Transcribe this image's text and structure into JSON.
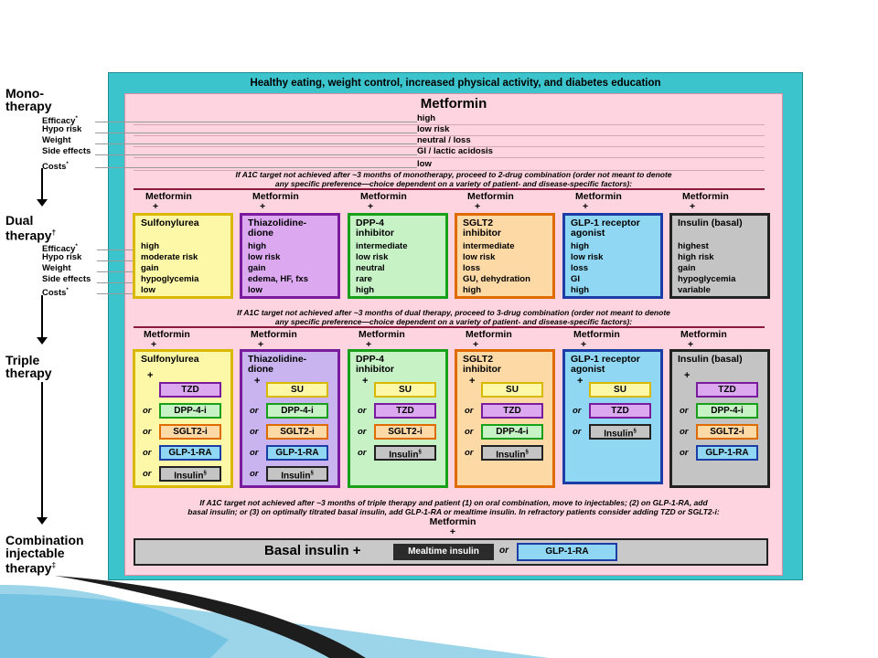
{
  "header": "Healthy eating, weight control, increased physical activity, and diabetes education",
  "side_labels": {
    "mono": [
      "Mono-",
      "therapy"
    ],
    "dual_line1": "Dual",
    "dual_line2": "therapy",
    "dual_mark": "†",
    "triple": [
      "Triple",
      "therapy"
    ],
    "combo": [
      "Combination",
      "injectable",
      "therapy"
    ],
    "combo_mark": "‡",
    "rows": [
      {
        "label": "Efficacy",
        "mark": "*"
      },
      {
        "label": "Hypo risk",
        "mark": ""
      },
      {
        "label": "Weight",
        "mark": ""
      },
      {
        "label": "Side effects",
        "mark": ""
      },
      {
        "label": "Costs",
        "mark": "*"
      }
    ]
  },
  "mono": {
    "title": "Metformin",
    "values": [
      "high",
      "low risk",
      "neutral / loss",
      "GI / lactic acidosis",
      "low"
    ]
  },
  "notes": {
    "after_mono": [
      "If A1C target not achieved after ~3 months of monotherapy, proceed to 2-drug combination (order not meant to denote",
      "any specific preference—choice dependent on a variety of patient- and disease-specific factors):"
    ],
    "after_dual": [
      "If A1C target not achieved after ~3 months of dual therapy, proceed to 3-drug combination (order not meant to denote",
      "any specific preference—choice dependent on a variety of patient- and disease-specific factors):"
    ],
    "after_triple": [
      "If A1C target not achieved after ~3 months of triple therapy and patient (1) on oral combination, move to injectables; (2) on GLP-1-RA, add",
      "basal insulin; or (3) on optimally titrated basal insulin, add GLP-1-RA or mealtime insulin. In refractory patients consider adding TZD or SGLT2-i:"
    ]
  },
  "metformin_label": "Metformin",
  "plus": "+",
  "or": "or",
  "dual": [
    {
      "title": [
        "Sulfonylurea"
      ],
      "values": [
        "high",
        "moderate risk",
        "gain",
        "hypoglycemia",
        "low"
      ]
    },
    {
      "title": [
        "Thiazolidine-",
        "dione"
      ],
      "values": [
        "high",
        "low risk",
        "gain",
        "edema, HF, fxs",
        "low"
      ]
    },
    {
      "title": [
        "DPP-4",
        "inhibitor"
      ],
      "values": [
        "intermediate",
        "low risk",
        "neutral",
        "rare",
        "high"
      ]
    },
    {
      "title": [
        "SGLT2",
        "inhibitor"
      ],
      "values": [
        "intermediate",
        "low risk",
        "loss",
        "GU, dehydration",
        "high"
      ]
    },
    {
      "title": [
        "GLP-1 receptor",
        "agonist"
      ],
      "values": [
        "high",
        "low risk",
        "loss",
        "GI",
        "high"
      ]
    },
    {
      "title": [
        "Insulin (basal)"
      ],
      "values": [
        "highest",
        "high risk",
        "gain",
        "hypoglycemia",
        "variable"
      ]
    }
  ],
  "triple": [
    {
      "title": [
        "Sulfonylurea"
      ],
      "options": [
        "TZD",
        "DPP-4-i",
        "SGLT2-i",
        "GLP-1-RA",
        "Insulin"
      ]
    },
    {
      "title": [
        "Thiazolidine-",
        "dione"
      ],
      "options": [
        "SU",
        "DPP-4-i",
        "SGLT2-i",
        "GLP-1-RA",
        "Insulin"
      ]
    },
    {
      "title": [
        "DPP-4",
        "inhibitor"
      ],
      "options": [
        "SU",
        "TZD",
        "SGLT2-i",
        "Insulin"
      ]
    },
    {
      "title": [
        "SGLT2",
        "inhibitor"
      ],
      "options": [
        "SU",
        "TZD",
        "DPP-4-i",
        "Insulin"
      ]
    },
    {
      "title": [
        "GLP-1 receptor",
        "agonist"
      ],
      "options": [
        "SU",
        "TZD",
        "Insulin"
      ]
    },
    {
      "title": [
        "Insulin (basal)"
      ],
      "options": [
        "TZD",
        "DPP-4-i",
        "SGLT2-i",
        "GLP-1-RA"
      ]
    }
  ],
  "insulin_mark": "§",
  "combo": {
    "metformin": "Metformin",
    "basal": "Basal insulin +",
    "mealtime": "Mealtime insulin",
    "or": "or",
    "glp": "GLP-1-RA"
  },
  "colors": {
    "frame": "#3cc4cc",
    "panel": "#fdd4e0",
    "box_fills": [
      "#fdf7a8",
      "#dca8f0",
      "#c6f2c6",
      "#fdd9a5",
      "#8fd7f2",
      "#c4c4c4"
    ],
    "box_borders": [
      "#d9b800",
      "#7a1b9e",
      "#18a01b",
      "#e06b00",
      "#1c3da6",
      "#222222"
    ],
    "triple_fills": [
      "#fdf7a8",
      "#c9b4ef",
      "#c6f2c6",
      "#fdd9a5",
      "#8fd7f2",
      "#c4c4c4"
    ],
    "pills": {
      "TZD": {
        "fill": "#dca8f0",
        "border": "#7a1b9e"
      },
      "SU": {
        "fill": "#fdf7a8",
        "border": "#d9b800"
      },
      "DPP-4-i": {
        "fill": "#c6f2c6",
        "border": "#18a01b"
      },
      "SGLT2-i": {
        "fill": "#fdd9a5",
        "border": "#e06b00"
      },
      "GLP-1-RA": {
        "fill": "#8fd7f2",
        "border": "#1c3da6"
      },
      "Insulin": {
        "fill": "#c4c4c4",
        "border": "#222222"
      }
    }
  }
}
